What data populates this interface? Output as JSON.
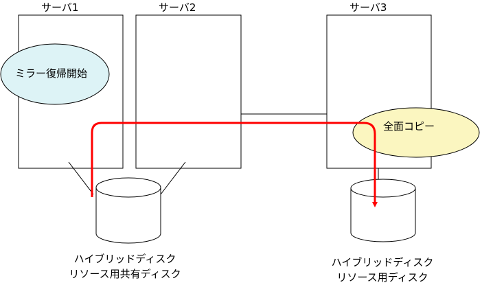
{
  "servers": [
    {
      "id": "server1",
      "label": "サーバ1"
    },
    {
      "id": "server2",
      "label": "サーバ2"
    },
    {
      "id": "server3",
      "label": "サーバ3"
    }
  ],
  "callouts": {
    "mirror_start": {
      "text": "ミラー復帰開始",
      "fill": "#ddf3f6"
    },
    "full_copy": {
      "text": "全面コピー",
      "fill": "#fbf6c0"
    }
  },
  "disks": {
    "shared": {
      "line1": "ハイブリッドディスク",
      "line2": "リソース用共有ディスク"
    },
    "dedicated": {
      "line1": "ハイブリッドディスク",
      "line2": "リソース用ディスク"
    }
  },
  "colors": {
    "data_flow": "#ff0000",
    "outline": "#000000"
  }
}
